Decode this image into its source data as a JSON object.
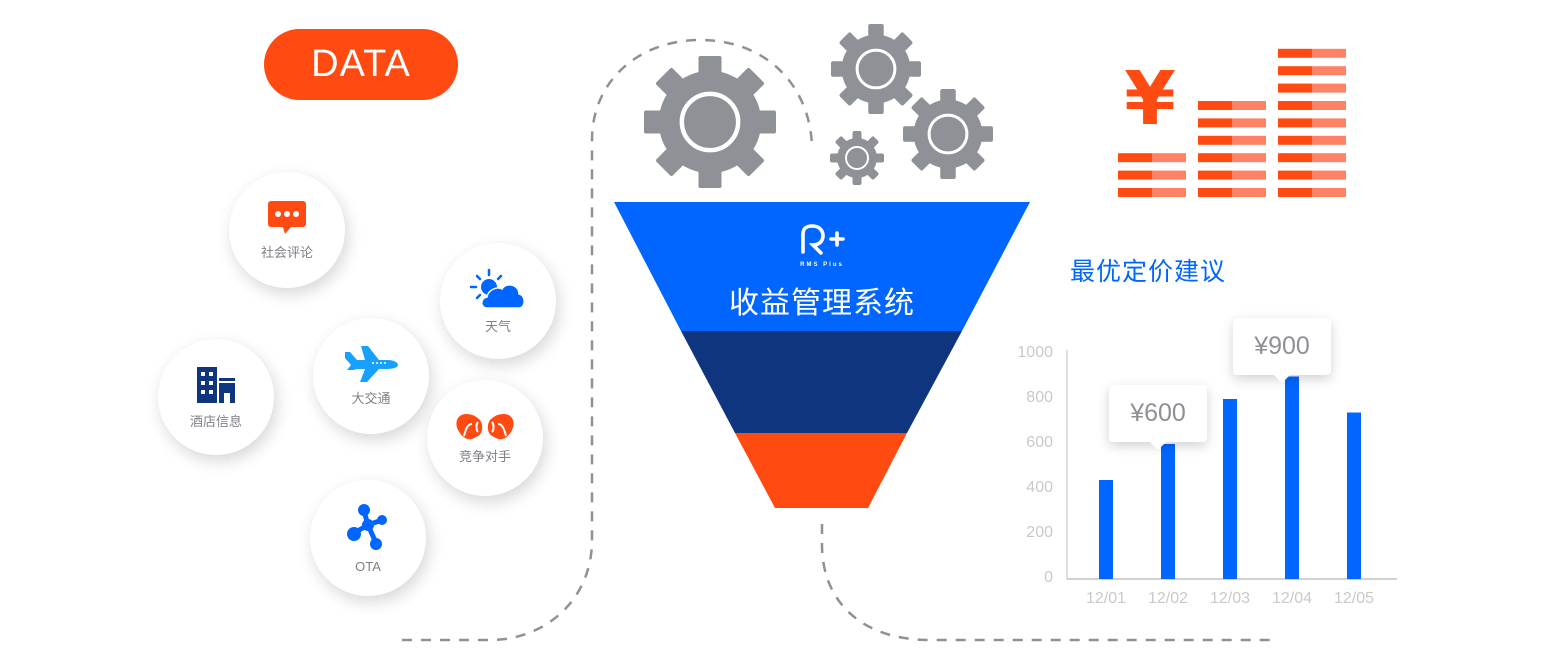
{
  "data_badge": {
    "label": "DATA"
  },
  "data_sources": [
    {
      "label": "社会评论",
      "icon": "comment-icon"
    },
    {
      "label": "天气",
      "icon": "weather-icon"
    },
    {
      "label": "酒店信息",
      "icon": "hotel-icon"
    },
    {
      "label": "大交通",
      "icon": "airplane-icon"
    },
    {
      "label": "竞争对手",
      "icon": "boxing-gloves-icon"
    },
    {
      "label": "OTA",
      "icon": "network-icon"
    }
  ],
  "funnel": {
    "logo_mark": "R+",
    "logo_subtitle": "RMS Plus",
    "title": "收益管理系统",
    "colors": {
      "top": "#0066ff",
      "middle": "#10357f",
      "bottom": "#ff4a12"
    }
  },
  "revenue_icon": {
    "symbol": "¥",
    "colors": {
      "primary": "#ff4a12",
      "light": "#ff8166"
    }
  },
  "colors": {
    "accent_blue": "#0066ff",
    "accent_orange": "#ff4a12",
    "gear_gray": "#8e9196"
  },
  "chart_data": {
    "type": "bar",
    "title": "最优定价建议",
    "categories": [
      "12/01",
      "12/02",
      "12/03",
      "12/04",
      "12/05"
    ],
    "values": [
      440,
      600,
      800,
      900,
      740
    ],
    "yticks": [
      "0",
      "200",
      "400",
      "600",
      "800",
      "1000"
    ],
    "ylim": [
      0,
      1000
    ],
    "xlabel": "",
    "ylabel": "",
    "grid": false,
    "bar_color": "#0066ff",
    "annotations": [
      {
        "category": "12/02",
        "label": "¥600"
      },
      {
        "category": "12/04",
        "label": "¥900"
      }
    ]
  }
}
